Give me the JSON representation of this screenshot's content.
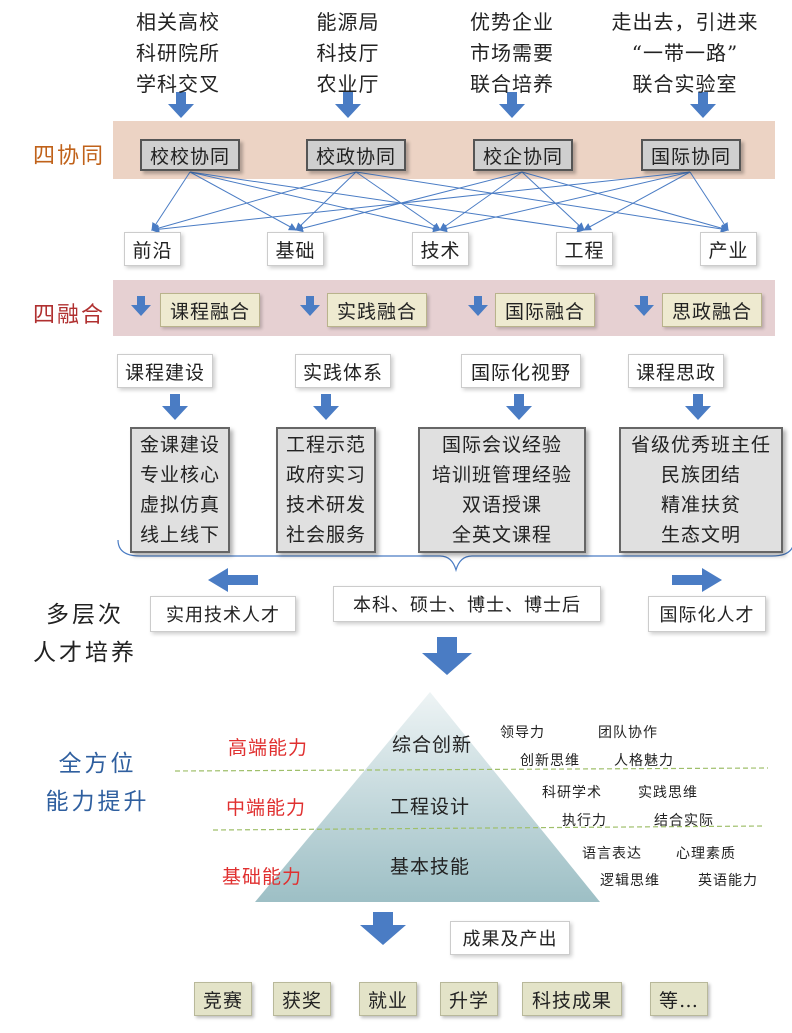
{
  "sources": [
    {
      "lines": [
        "相关高校",
        "科研院所",
        "学科交叉"
      ]
    },
    {
      "lines": [
        "能源局",
        "科技厅",
        "农业厅"
      ]
    },
    {
      "lines": [
        "优势企业",
        "市场需要",
        "联合培养"
      ]
    },
    {
      "lines": [
        "走出去，引进来",
        "“一带一路”",
        "联合实验室"
      ]
    }
  ],
  "collab": {
    "label": "四协同",
    "items": [
      "校校协同",
      "校政协同",
      "校企协同",
      "国际协同"
    ]
  },
  "domains": [
    "前沿",
    "基础",
    "技术",
    "工程",
    "产业"
  ],
  "fusion": {
    "label": "四融合",
    "items": [
      "课程融合",
      "实践融合",
      "国际融合",
      "思政融合"
    ]
  },
  "categories": [
    "课程建设",
    "实践体系",
    "国际化视野",
    "课程思政"
  ],
  "details": [
    [
      "金课建设",
      "专业核心",
      "虚拟仿真",
      "线上线下"
    ],
    [
      "工程示范",
      "政府实习",
      "技术研发",
      "社会服务"
    ],
    [
      "国际会议经验",
      "培训班管理经验",
      "双语授课",
      "全英文课程"
    ],
    [
      "省级优秀班主任",
      "民族团结",
      "精准扶贫",
      "生态文明"
    ]
  ],
  "talent": {
    "label_line1": "多层次",
    "label_line2": "人才培养",
    "left": "实用技术人才",
    "center": "本科、硕士、博士、博士后",
    "right": "国际化人才"
  },
  "ability": {
    "label_line1": "全方位",
    "label_line2": "能力提升",
    "levels": [
      "高端能力",
      "中端能力",
      "基础能力"
    ],
    "tiers": [
      "综合创新",
      "工程设计",
      "基本技能"
    ],
    "skills_high": [
      "领导力",
      "团队协作",
      "创新思维",
      "人格魅力"
    ],
    "skills_mid": [
      "科研学术",
      "实践思维",
      "执行力",
      "结合实际"
    ],
    "skills_base": [
      "语言表达",
      "心理素质",
      "逻辑思维",
      "英语能力"
    ]
  },
  "outcome": {
    "label": "成果及产出",
    "items": [
      "竞赛",
      "获奖",
      "就业",
      "升学",
      "科技成果",
      "等…"
    ]
  },
  "colors": {
    "arrow": "#4a7cc4",
    "band_collab": "#ecd3c4",
    "band_fusion": "#e6d0d2",
    "label_collab": "#c0621a",
    "label_fusion": "#b03030",
    "level_red": "#e03030",
    "ability_label": "#2f5f9f",
    "triangle": "#a9c7cc"
  }
}
